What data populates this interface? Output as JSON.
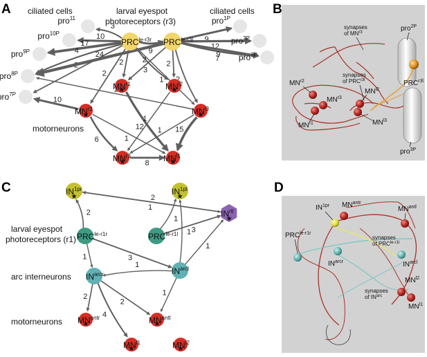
{
  "panels": {
    "A": {
      "letter": "A",
      "titles": {
        "cil_left": "ciliated cells",
        "prc_1": "larval eyespot",
        "prc_2": "photoreceptors (r3)",
        "cil_right": "ciliated cells",
        "motor": "motorneurons"
      },
      "nodes": [
        {
          "id": "pro11",
          "base": "pro",
          "sup": "11",
          "kind": "cil"
        },
        {
          "id": "pro10P",
          "base": "pro",
          "sup": "10P",
          "kind": "cil"
        },
        {
          "id": "pro9P",
          "base": "pro",
          "sup": "9P",
          "kind": "cil"
        },
        {
          "id": "pro8P",
          "base": "pro",
          "sup": "8P",
          "kind": "cil"
        },
        {
          "id": "pro7P",
          "base": "pro",
          "sup": "7P",
          "kind": "cil"
        },
        {
          "id": "pro1P",
          "base": "pro",
          "sup": "1P",
          "kind": "cil"
        },
        {
          "id": "pro2P",
          "base": "pro",
          "sup": "2P",
          "kind": "cil"
        },
        {
          "id": "pro3P",
          "base": "pro",
          "sup": "3P",
          "kind": "cil"
        },
        {
          "id": "PRCr",
          "base": "PRC",
          "sup": "le-r3r",
          "kind": "prc"
        },
        {
          "id": "PRCl",
          "base": "PRC",
          "sup": "le-r3l",
          "kind": "prc"
        },
        {
          "id": "MNr1",
          "base": "MN",
          "sup": "r1",
          "kind": "mn"
        },
        {
          "id": "MNl2",
          "base": "MN",
          "sup": "l2",
          "kind": "mn"
        },
        {
          "id": "MNr2",
          "base": "MN",
          "sup": "r2",
          "kind": "mn"
        },
        {
          "id": "MNl3",
          "base": "MN",
          "sup": "l3",
          "kind": "mn"
        },
        {
          "id": "MNr3",
          "base": "MN",
          "sup": "r3",
          "kind": "mn"
        },
        {
          "id": "MNl1",
          "base": "MN",
          "sup": "l1",
          "kind": "mn"
        }
      ],
      "edges": [
        {
          "from": "PRCr",
          "to": "pro11",
          "w": "3"
        },
        {
          "from": "PRCr",
          "to": "pro10P",
          "w": "10"
        },
        {
          "from": "PRCr",
          "to": "pro9P",
          "w": "17"
        },
        {
          "from": "PRCr",
          "to": "pro8P",
          "w": "4"
        },
        {
          "from": "PRCr",
          "to": "pro7P",
          "w": "2"
        },
        {
          "from": "PRCr",
          "to": "MNr1",
          "w": "2"
        },
        {
          "from": "PRCr",
          "to": "MNl2",
          "w": "3"
        },
        {
          "from": "PRCr",
          "to": "MNl3",
          "w": "1"
        },
        {
          "from": "PRCr",
          "to": "MNr2",
          "w": "2"
        },
        {
          "from": "PRCr",
          "to": "PRCl",
          "w": "9"
        },
        {
          "from": "PRCl",
          "to": "pro1P",
          "w": "9"
        },
        {
          "from": "PRCl",
          "to": "pro2P",
          "w": "12"
        },
        {
          "from": "PRCl",
          "to": "pro3P",
          "w": "7"
        },
        {
          "from": "PRCl",
          "to": "pro8P",
          "w": "24"
        },
        {
          "from": "PRCl",
          "to": "MNl2",
          "w": "2"
        },
        {
          "from": "PRCl",
          "to": "MNl3",
          "w": "2"
        },
        {
          "from": "PRCl",
          "to": "MNr1",
          "w": "2"
        },
        {
          "from": "MNr2",
          "to": "pro7P",
          "w": "10"
        },
        {
          "from": "MNr2",
          "to": "MNr3",
          "w": "6"
        },
        {
          "from": "MNr2",
          "to": "MNl1",
          "w": "1"
        },
        {
          "from": "MNr3",
          "to": "MNl1",
          "w": "8"
        },
        {
          "from": "MNl3",
          "to": "MNl1",
          "w": "15"
        },
        {
          "from": "MNl3",
          "to": "pro8P",
          "w": "1"
        },
        {
          "from": "MNl3",
          "to": "MNr3",
          "w": "1"
        },
        {
          "from": "MNr1",
          "to": "MNl1",
          "w": "12"
        },
        {
          "from": "MNl2",
          "to": "MNr3",
          "w": "1"
        },
        {
          "from": "PRCl",
          "to": "pro3P",
          "w": "9"
        }
      ]
    },
    "B": {
      "letter": "B",
      "labels": {
        "syn_mn_base": "synapses",
        "syn_mn_of": "of MN",
        "syn_mn_sup": "r3",
        "pro2P": "pro",
        "pro2P_sup": "2P",
        "syn_prc_base": "synapses",
        "syn_prc_of": "of PRC",
        "syn_prc_sup": "r3l",
        "mnr2": "MN",
        "mnr2_sup": "r2",
        "mnr3": "MN",
        "mnr3_sup": "r3",
        "mnl2": "MN",
        "mnl2_sup": "l2",
        "mnr1": "MN",
        "mnr1_sup": "r1",
        "mnl3": "MN",
        "mnl3_sup": "l3",
        "prc": "PRC",
        "prc_sup": "r3l",
        "pro3P": "pro",
        "pro3P_sup": "3P"
      },
      "colors": {
        "bg": "#d2d2d2",
        "neuron": "#a8322b",
        "prc": "#e3a23a",
        "cilia": "#f2f2f2"
      }
    },
    "C": {
      "letter": "C",
      "titles": {
        "prc_1": "larval eyespot",
        "prc_2": "photoreceptors (r1)",
        "arc": "arc interneurons",
        "motor": "motorneurons"
      },
      "nodes": [
        {
          "id": "IN1pr",
          "base": "IN",
          "sup": "1pr",
          "kind": "in1"
        },
        {
          "id": "IN1pl",
          "base": "IN",
          "sup": "1pl",
          "kind": "in1"
        },
        {
          "id": "INrtl",
          "base": "IN",
          "sup": "rtl",
          "kind": "inrt"
        },
        {
          "id": "PRCr",
          "base": "PRC",
          "sup": "le-r1r",
          "kind": "prc"
        },
        {
          "id": "PRCl",
          "base": "PRC",
          "sup": "le-r1l",
          "kind": "prc"
        },
        {
          "id": "INarcr",
          "base": "IN",
          "sup": "arcr",
          "kind": "arc"
        },
        {
          "id": "INarcl",
          "base": "IN",
          "sup": "arcl",
          "kind": "arc"
        },
        {
          "id": "MNantr",
          "base": "MN",
          "sup": "antr",
          "kind": "mn"
        },
        {
          "id": "MNantl",
          "base": "MN",
          "sup": "antl",
          "kind": "mn"
        },
        {
          "id": "MNl1",
          "base": "MN",
          "sup": "l1",
          "kind": "mn"
        },
        {
          "id": "MNl2",
          "base": "MN",
          "sup": "l2",
          "kind": "mn"
        }
      ],
      "edges": [
        {
          "from": "PRCr",
          "to": "IN1pr",
          "w": "2"
        },
        {
          "from": "IN1pr",
          "to": "INrtl",
          "w": "1"
        },
        {
          "from": "INrtl",
          "to": "IN1pr",
          "w": "2"
        },
        {
          "from": "PRCl",
          "to": "IN1pl",
          "w": "1"
        },
        {
          "from": "PRCl",
          "to": "INrtl",
          "w": "3"
        },
        {
          "from": "INarcl",
          "to": "INrtl",
          "w": "1"
        },
        {
          "from": "INarcl",
          "to": "IN1pl",
          "w": "1"
        },
        {
          "from": "PRCr",
          "to": "INarcr",
          "w": "1"
        },
        {
          "from": "PRCr",
          "to": "INarcl",
          "w": "3"
        },
        {
          "from": "INarcl",
          "to": "INarcr",
          "w": "1"
        },
        {
          "from": "INarcr",
          "to": "MNantr",
          "w": "2"
        },
        {
          "from": "INarcr",
          "to": "MNantl",
          "w": "2"
        },
        {
          "from": "INarcr",
          "to": "MNl1",
          "w": "4"
        },
        {
          "from": "INarcl",
          "to": "MNantl",
          "w": "1"
        }
      ]
    },
    "D": {
      "letter": "D",
      "labels": {
        "in1pr": "IN",
        "in1pr_sup": "1pr",
        "mnantr": "MN",
        "mnantr_sup": "antr",
        "mnantl": "MN",
        "mnantl_sup": "antl",
        "prc": "PRC",
        "prc_sup": "le-r1r",
        "syn_prc_base": "synapses",
        "syn_prc_of": "of PRC",
        "syn_prc_sup": "le-r1l",
        "inarcr": "IN",
        "inarcr_sup": "arcr",
        "inarcl": "IN",
        "inarcl_sup": "arcl",
        "syn_in_base": "synapses",
        "syn_in_of": "of IN",
        "syn_in_sup": "arc",
        "mnl2": "MN",
        "mnl2_sup": "l2",
        "mnl1": "MN",
        "mnl1_sup": "l1"
      },
      "colors": {
        "bg": "#d2d2d2",
        "mn": "#a8322b",
        "in": "#7fc6c2",
        "prc": "#e8e56a"
      }
    }
  },
  "colors": {
    "cil": "#e6e6e6",
    "prcA": "#f2d56d",
    "mn": "#d62e26",
    "prcC": "#3f9a83",
    "arc": "#5fb1b3",
    "in1": "#c4c22f",
    "inrt": "#8b63b2",
    "edge": "#5f5f5f"
  }
}
